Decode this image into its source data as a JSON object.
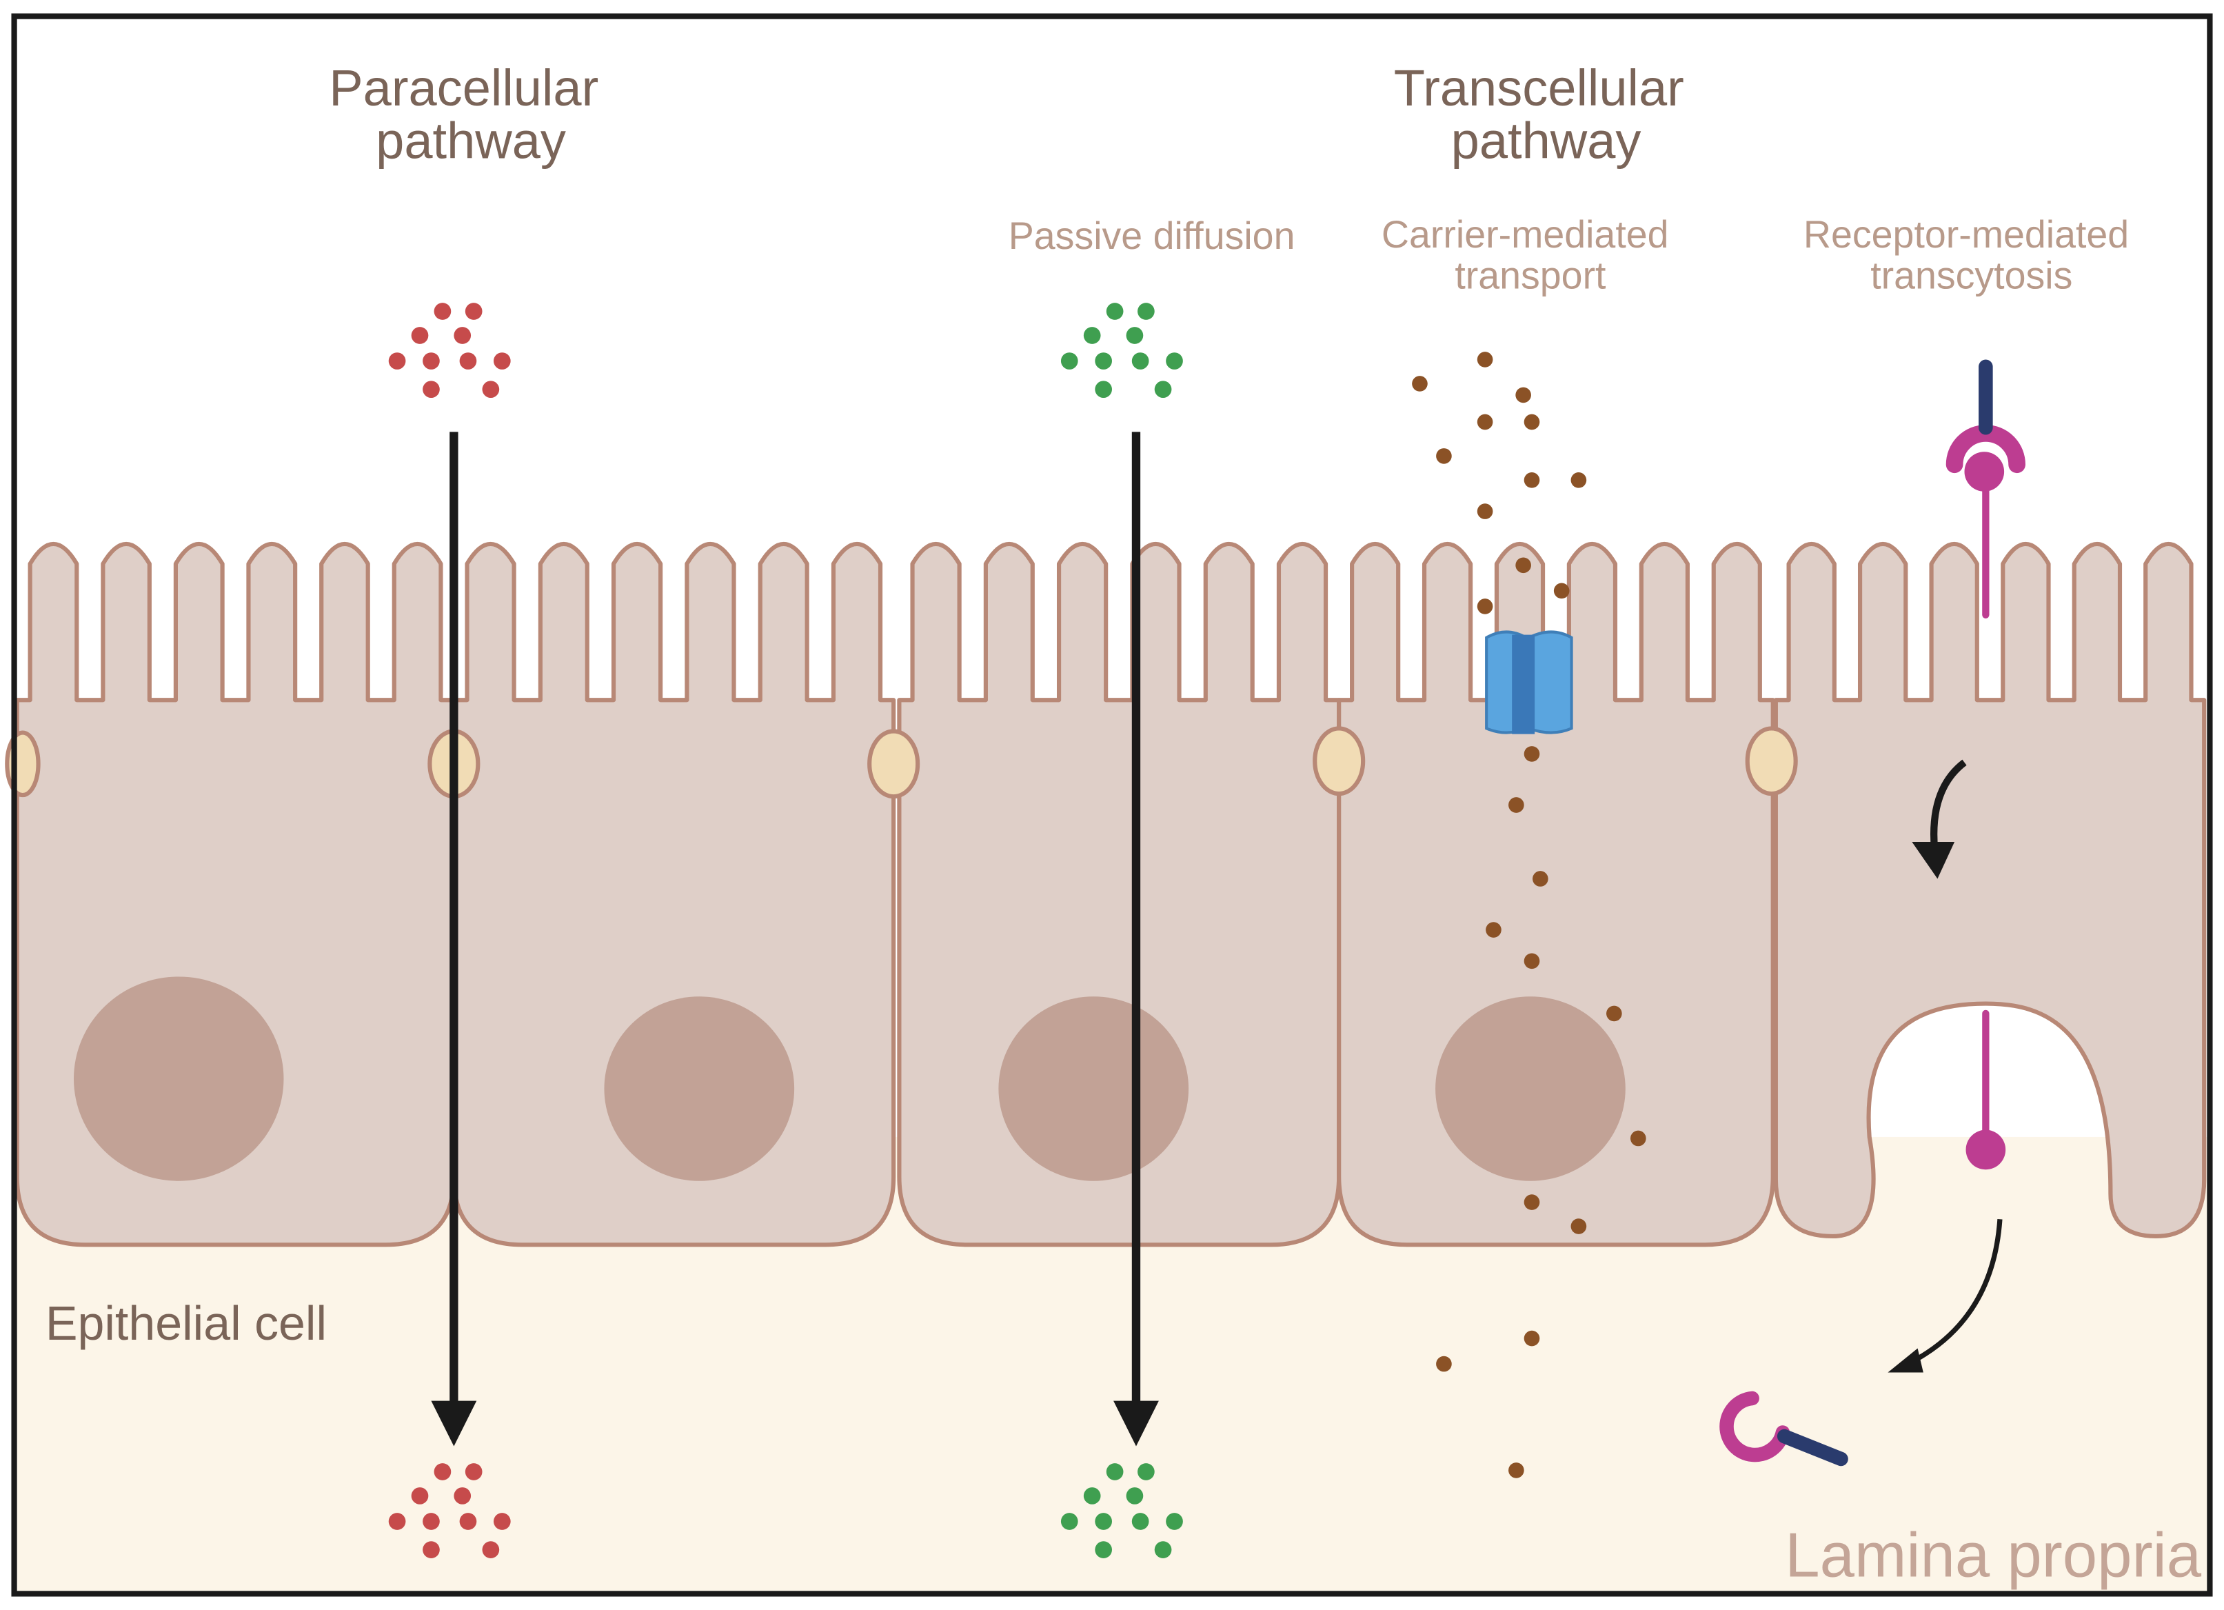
{
  "labels": {
    "paracellular": [
      "Paracellular",
      "pathway"
    ],
    "transcellular": [
      "Transcellular",
      "pathway"
    ],
    "passive": "Passive diffusion",
    "carrier": [
      "Carrier-mediated",
      "transport"
    ],
    "receptor": [
      "Receptor-mediated",
      "transcytosis"
    ],
    "epithelial": "Epithelial cell",
    "lamina": "Lamina propria"
  },
  "colors": {
    "cell_fill": "#dfcfc8",
    "cell_stroke": "#b88876",
    "nucleus": "#c2a296",
    "junction": "#f1dcb5",
    "lamina_bg": "#fcf5e8",
    "red_particle": "#c64b4b",
    "green_particle": "#3f9f50",
    "brown_particle": "#8b5226",
    "carrier_protein": "#5aa5df",
    "receptor_pink": "#bd3d91",
    "antibody_navy": "#2a3b6d",
    "arrow": "#1a1a1a"
  }
}
